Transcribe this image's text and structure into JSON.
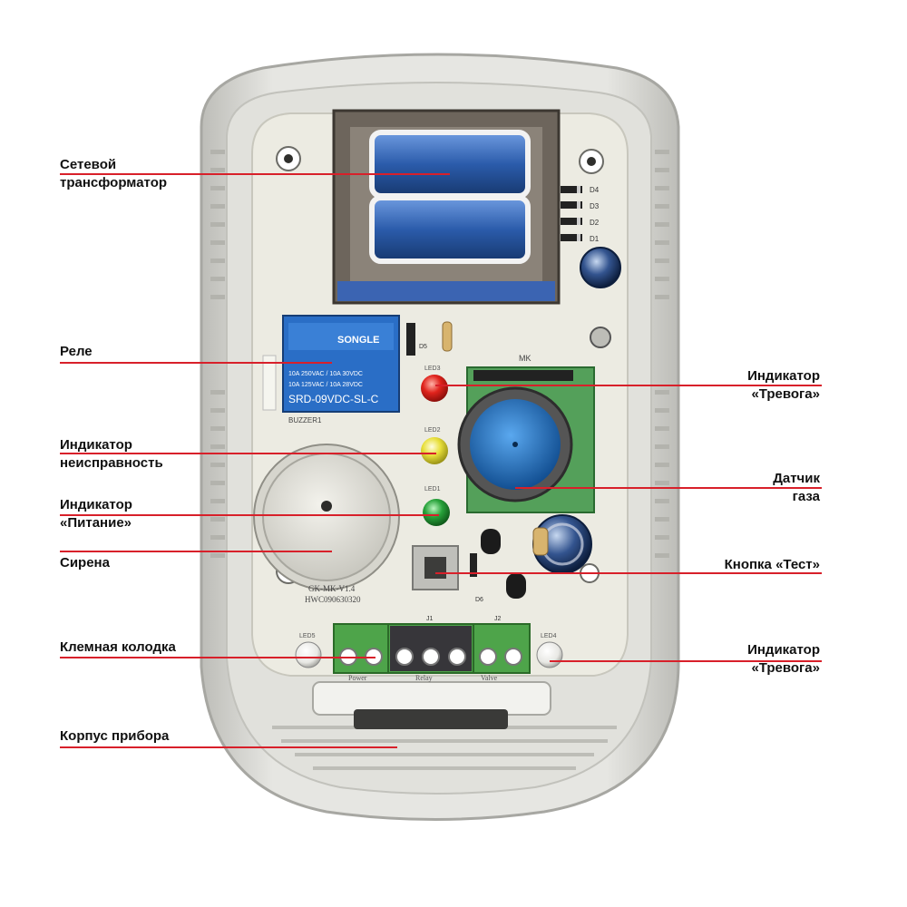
{
  "labels_left": {
    "transformer": [
      "Сетевой",
      "трансформатор"
    ],
    "relay": [
      "Реле"
    ],
    "fault_indicator": [
      "Индикатор",
      "неисправность"
    ],
    "power_indicator": [
      "Индикатор",
      "«Питание»"
    ],
    "siren": [
      "Сирена"
    ],
    "terminal_block": [
      "Клемная колодка"
    ],
    "housing": [
      "Корпус прибора"
    ]
  },
  "labels_right": {
    "alarm_indicator_top": [
      "Индикатор",
      "«Тревога»"
    ],
    "gas_sensor": [
      "Датчик",
      "газа"
    ],
    "test_button": [
      "Кнопка «Тест»"
    ],
    "alarm_indicator_bottom": [
      "Индикатор",
      "«Тревога»"
    ]
  },
  "board": {
    "relay_brand": "SONGLE",
    "relay_ratings_left": "10A 250VAC / 10A 30VDC",
    "relay_ratings_right": "10A 125VAC / 10A 28VDC",
    "relay_model": "SRD-09VDC-SL-C",
    "board_model": "GK-MK-V1.4",
    "board_code": "HWC090630320",
    "buzzer_code": "BUZZER1",
    "mk_label": "MK",
    "led_labels": [
      "LED1",
      "LED2",
      "LED3",
      "LED4",
      "LED5"
    ],
    "diode_labels": [
      "D4",
      "D3",
      "D2",
      "D1",
      "D5",
      "D6"
    ],
    "terminal_headers": [
      "J1",
      "J2"
    ],
    "terminal_labels": [
      "Power",
      "Relay",
      "Valve"
    ]
  },
  "colors": {
    "leader_line": "#d8202a",
    "pcb": "#ecebe2",
    "housing": "#d9d9d5",
    "transformer_coil": "#2b5cab",
    "relay_body": "#2a6ec6",
    "led_red": "#e0231c",
    "led_yellow": "#e8df3a",
    "led_green": "#27a23a",
    "sensor_blue": "#1f74c9",
    "terminal_green": "#4ea44a"
  }
}
